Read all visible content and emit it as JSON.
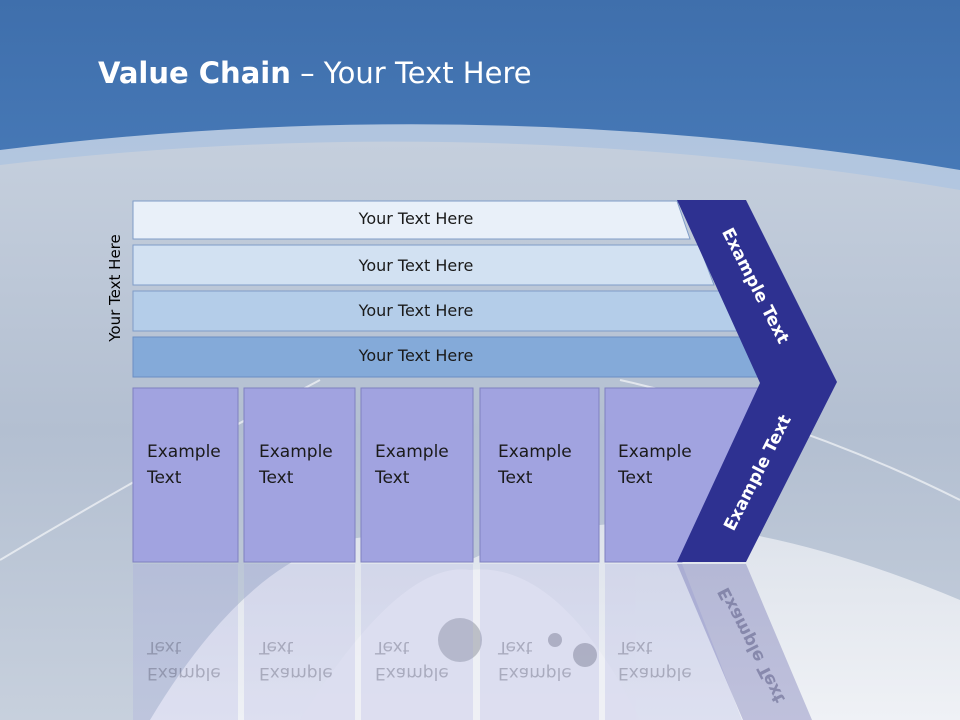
{
  "slide": {
    "title_bold": "Value Chain",
    "title_rest": " – Your Text Here",
    "side_label": "Your Text Here"
  },
  "bars": [
    {
      "label": "Your Text Here",
      "fill": "#e9f0f9"
    },
    {
      "label": "Your Text Here",
      "fill": "#d2e1f2"
    },
    {
      "label": "Your Text Here",
      "fill": "#b4cde9"
    },
    {
      "label": "Your Text Here",
      "fill": "#84aad9"
    }
  ],
  "columns": [
    {
      "line1": "Example",
      "line2": "Text"
    },
    {
      "line1": "Example",
      "line2": "Text"
    },
    {
      "line1": "Example",
      "line2": "Text"
    },
    {
      "line1": "Example",
      "line2": "Text"
    },
    {
      "line1": "Example",
      "line2": "Text"
    }
  ],
  "chevron": {
    "upper_label": "Example Text",
    "lower_label": "Example Text",
    "fill": "#2e3191"
  },
  "colors": {
    "column_fill": "#a1a3e0",
    "sky": "#4f82c2",
    "sea": "#b9c5d6"
  }
}
